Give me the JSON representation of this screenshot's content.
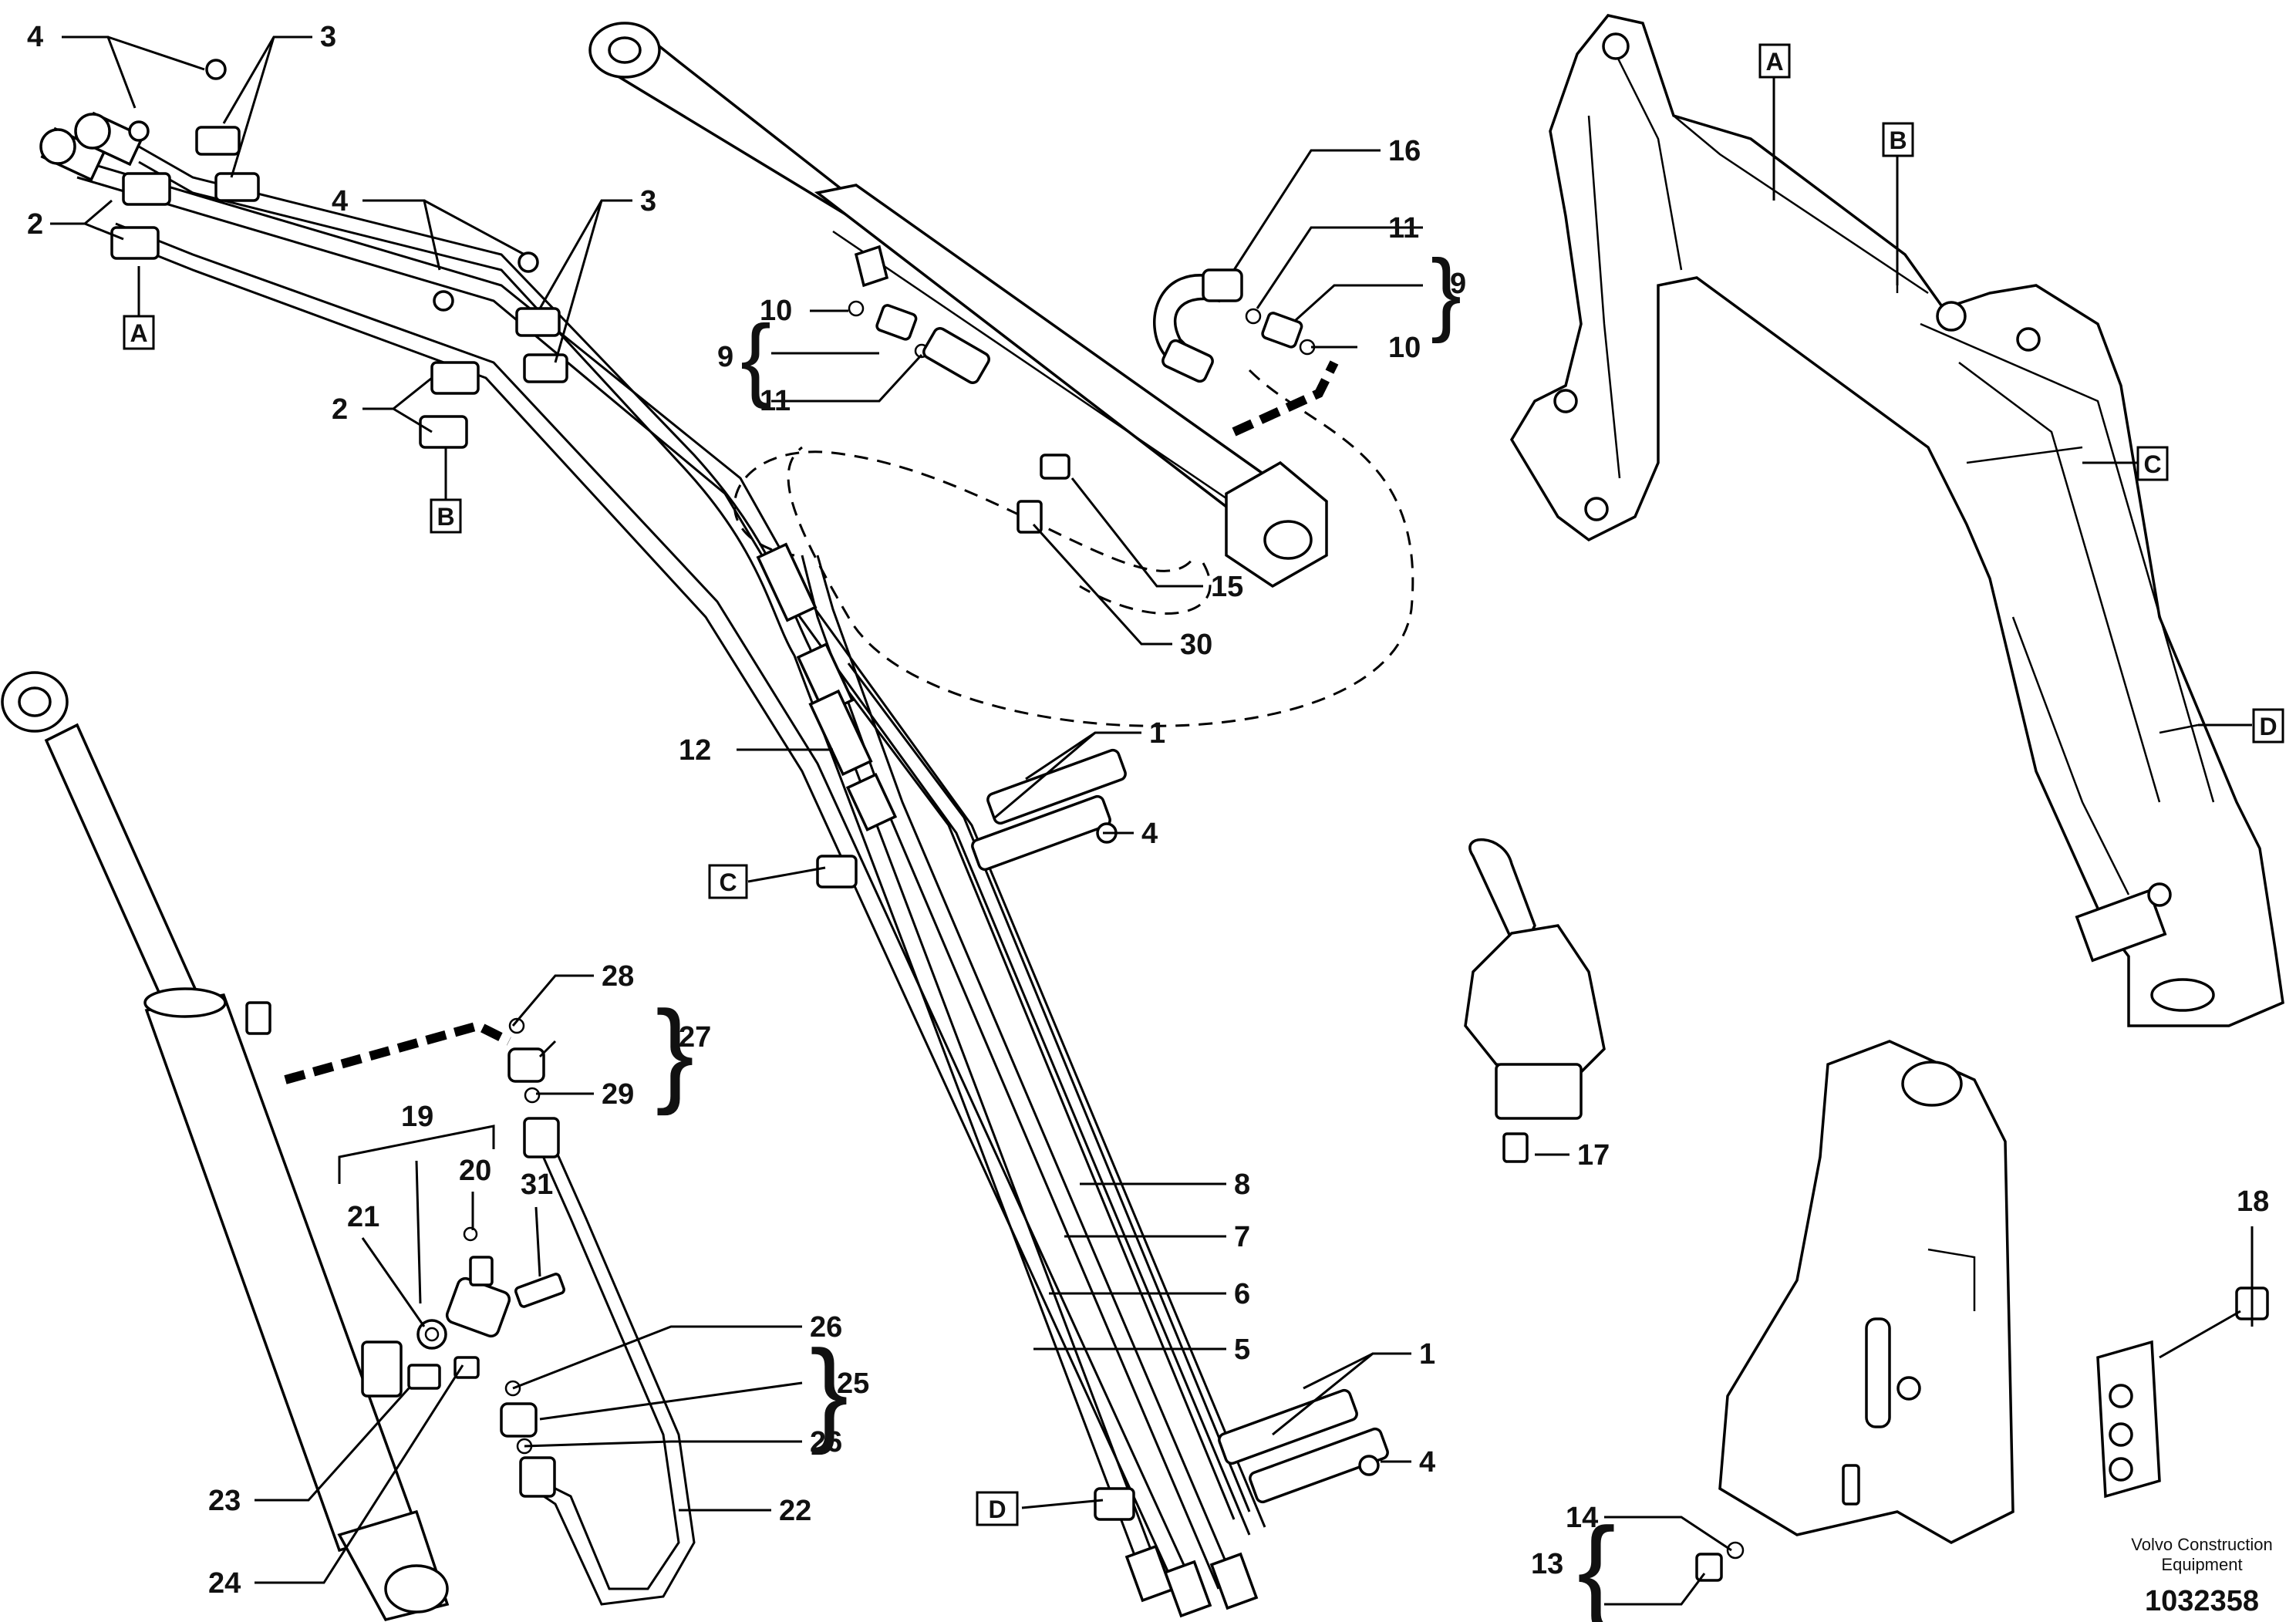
{
  "callouts": {
    "n1a": "1",
    "n1b": "1",
    "n2a": "2",
    "n2b": "2",
    "n3a": "3",
    "n3b": "3",
    "n4a": "4",
    "n4b": "4",
    "n4c": "4",
    "n4d": "4",
    "n5": "5",
    "n6": "6",
    "n7": "7",
    "n8": "8",
    "n9a": "9",
    "n9b": "9",
    "n10a": "10",
    "n10b": "10",
    "n11a": "11",
    "n11b": "11",
    "n12": "12",
    "n13": "13",
    "n14": "14",
    "n15": "15",
    "n16": "16",
    "n17": "17",
    "n18": "18",
    "n19": "19",
    "n20": "20",
    "n21": "21",
    "n22": "22",
    "n23": "23",
    "n24": "24",
    "n25": "25",
    "n26a": "26",
    "n26b": "26",
    "n27": "27",
    "n28": "28",
    "n29": "29",
    "n30": "30",
    "n31": "31"
  },
  "refs": {
    "a1": "A",
    "a2": "A",
    "b1": "B",
    "b2": "B",
    "c1": "C",
    "c2": "C",
    "d1": "D",
    "d2": "D"
  },
  "brand": {
    "line1": "Volvo Construction",
    "line2": "Equipment"
  },
  "drawing_number": "1032358"
}
